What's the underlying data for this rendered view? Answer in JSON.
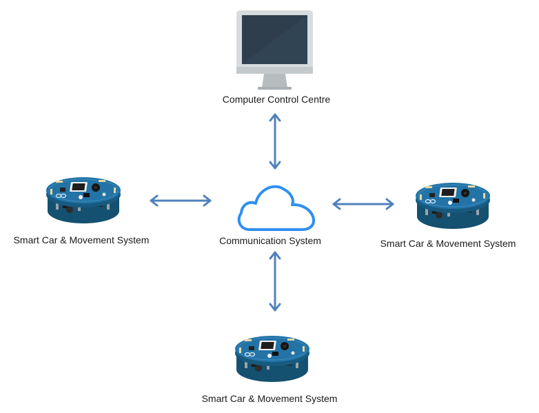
{
  "diagram": {
    "nodes": {
      "computer": {
        "label": "Computer Control Centre"
      },
      "cloud": {
        "label": "Communication System"
      },
      "robot_left": {
        "label": "Smart Car & Movement System"
      },
      "robot_right": {
        "label": "Smart Car & Movement System"
      },
      "robot_bottom": {
        "label": "Smart Car & Movement System"
      }
    },
    "edges": [
      {
        "from": "computer",
        "to": "cloud",
        "direction": "bidirectional"
      },
      {
        "from": "robot_left",
        "to": "cloud",
        "direction": "bidirectional"
      },
      {
        "from": "cloud",
        "to": "robot_right",
        "direction": "bidirectional"
      },
      {
        "from": "cloud",
        "to": "robot_bottom",
        "direction": "bidirectional"
      }
    ]
  },
  "colors": {
    "arrow": "#4f81bd",
    "cloud": "#2f8ff0",
    "board": "#1f6e9e",
    "board_dark": "#14506f",
    "monitor_frame": "#d8dcde",
    "monitor_screen": "#2e3e4c"
  }
}
